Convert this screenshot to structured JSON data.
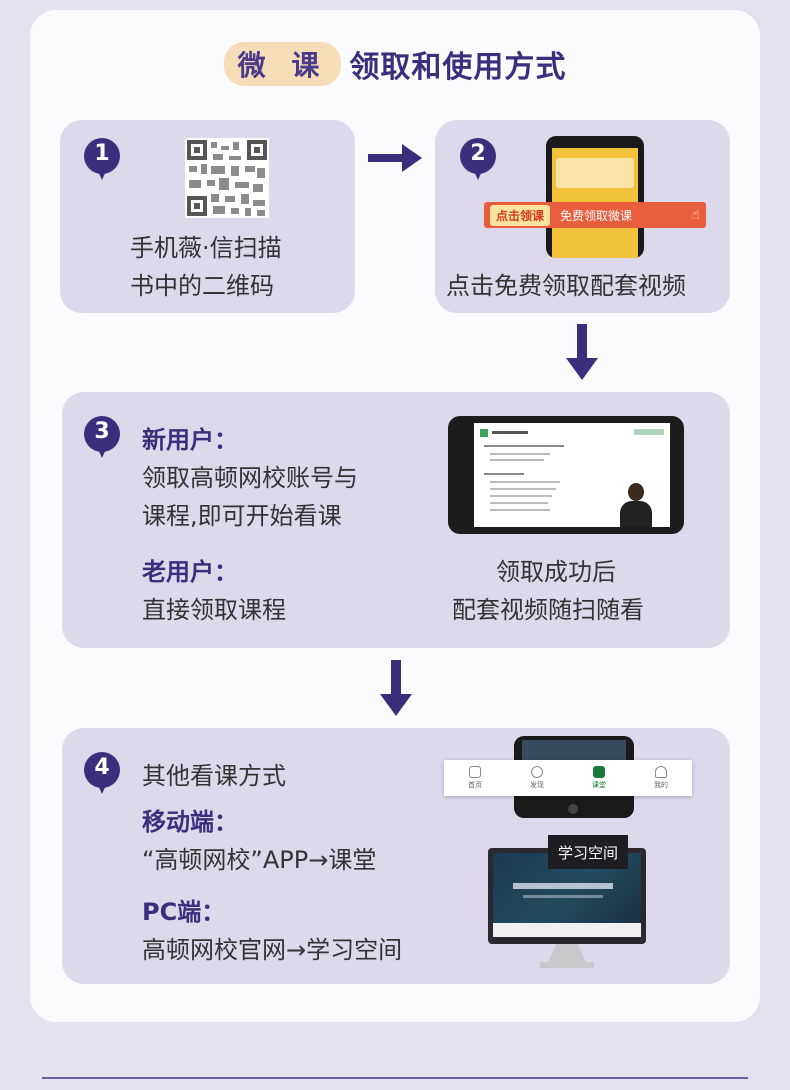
{
  "title": {
    "pill": "微 课",
    "rest": "领取和使用方式"
  },
  "step1": {
    "number": "1",
    "line1": "手机薇·信扫描",
    "line2": "书中的二维码"
  },
  "step2": {
    "number": "2",
    "banner_left": "点击领课",
    "banner_right": "免费领取微课",
    "caption": "点击免费领取配套视频"
  },
  "step3": {
    "number": "3",
    "new_user_heading": "新用户：",
    "new_user_line1": "领取高顿网校账号与",
    "new_user_line2": "课程,即可开始看课",
    "old_user_heading": "老用户：",
    "old_user_line1": "直接领取课程",
    "right_line1": "领取成功后",
    "right_line2": "配套视频随扫随看"
  },
  "step4": {
    "number": "4",
    "heading": "其他看课方式",
    "mobile_heading": "移动端：",
    "mobile_line": "“高顿网校”APP→课堂",
    "pc_heading": "PC端：",
    "pc_line": "高顿网校官网→学习空间",
    "nav_items": [
      {
        "label": "首页",
        "icon": "home-icon"
      },
      {
        "label": "发现",
        "icon": "planet-icon"
      },
      {
        "label": "课堂",
        "icon": "classroom-icon"
      },
      {
        "label": "我的",
        "icon": "profile-icon"
      }
    ],
    "study_tag": "学习空间"
  },
  "colors": {
    "accent": "#3b2f7d",
    "pill": "#f7dcb8",
    "box": "#ddd9ea",
    "card": "#fbfafd"
  }
}
